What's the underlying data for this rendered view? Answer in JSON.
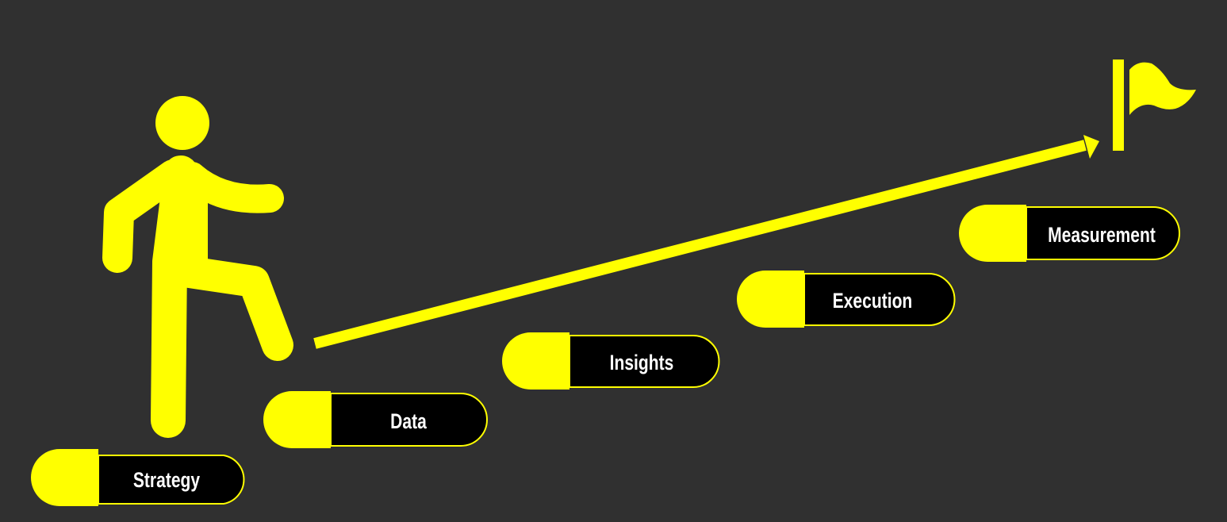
{
  "title": "Strategy to measurement staircase",
  "colors": {
    "background": "#303030",
    "accent": "#ffff00",
    "pill": "#000000",
    "text": "#ffffff"
  },
  "icons": [
    "person-climbing-icon",
    "arrow-icon",
    "flag-icon"
  ],
  "steps": [
    {
      "label": "Strategy"
    },
    {
      "label": "Data"
    },
    {
      "label": "Insights"
    },
    {
      "label": "Execution"
    },
    {
      "label": "Measurement"
    }
  ]
}
